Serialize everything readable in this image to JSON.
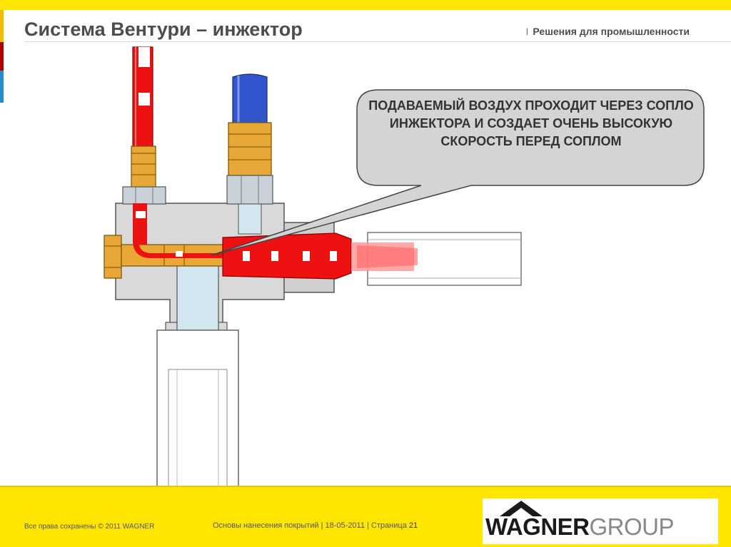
{
  "header": {
    "title": "Система Вентури – инжектор",
    "separator": "I",
    "subtitle": "Решения для промышленности"
  },
  "diagram": {
    "callout": "ПОДАВАЕМЫЙ ВОЗДУХ ПРОХОДИТ ЧЕРЕЗ СОПЛО ИНЖЕКТОРА И СОЗДАЕТ ОЧЕНЬ ВЫСОКУЮ СКОРОСТЬ ПЕРЕД СОПЛОМ",
    "colors": {
      "air": "#ee1111",
      "material_line": "#3355cc",
      "brass": "#e8a838",
      "body": "#d9d9d9",
      "fluid": "#d2e6ef"
    }
  },
  "footer": {
    "copyright": "Все права сохранены © 2011 WAGNER",
    "course": "Основы нанесения покрытий",
    "date": "18-05-2011",
    "page_label": "Страница",
    "page_number": "21",
    "logo_primary": "WAGNER",
    "logo_secondary": "GROUP"
  }
}
